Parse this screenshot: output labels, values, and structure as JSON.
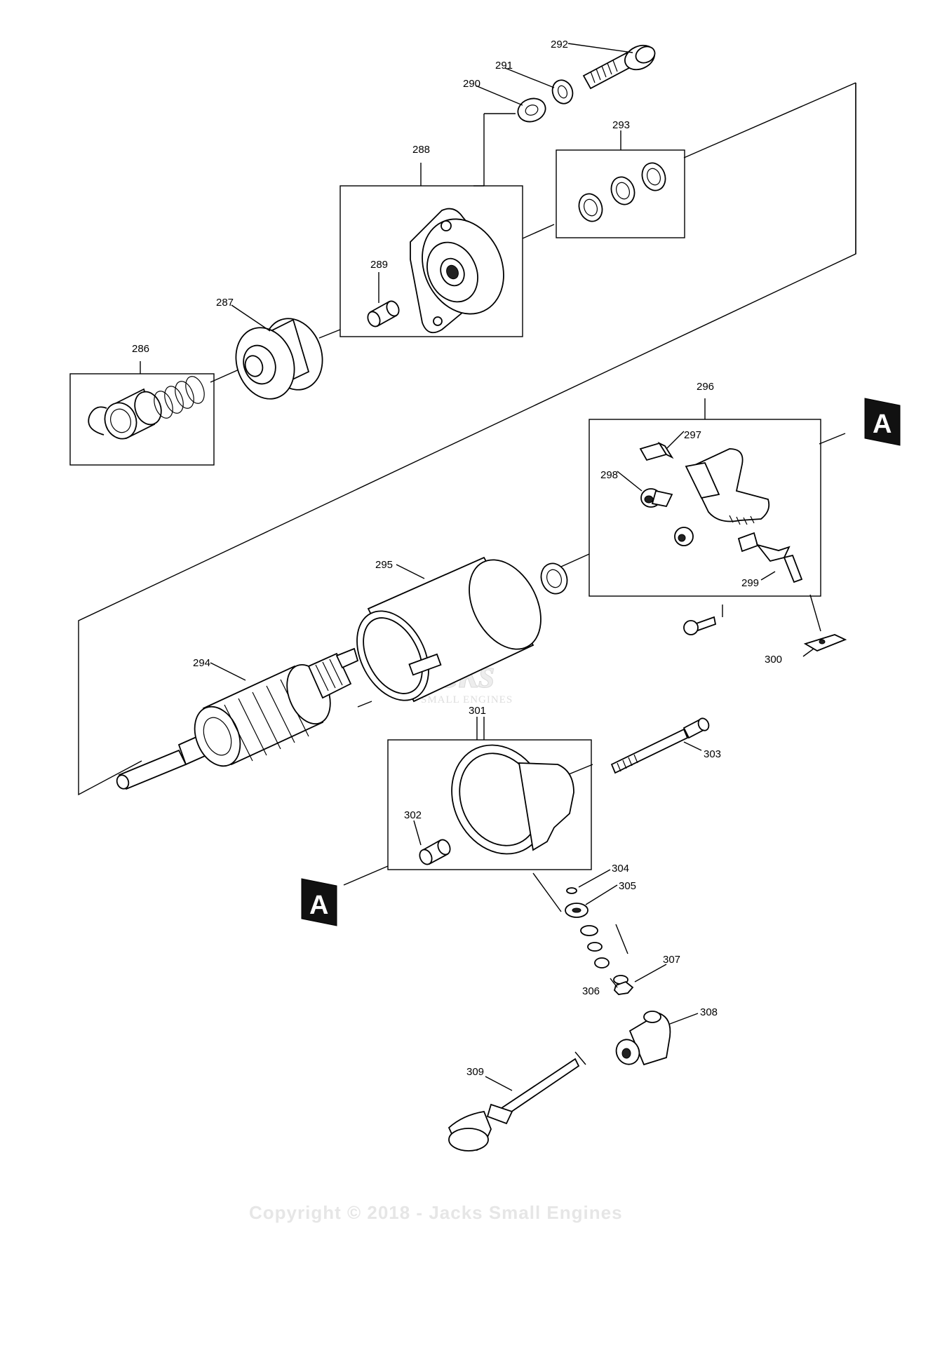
{
  "diagram": {
    "part_labels": {
      "p286": "286",
      "p287": "287",
      "p288": "288",
      "p289": "289",
      "p290": "290",
      "p291": "291",
      "p292": "292",
      "p293": "293",
      "p294": "294",
      "p295": "295",
      "p296": "296",
      "p297": "297",
      "p298": "298",
      "p299": "299",
      "p300": "300",
      "p301": "301",
      "p302": "302",
      "p303": "303",
      "p304": "304",
      "p305": "305",
      "p306": "306",
      "p307": "307",
      "p308": "308",
      "p309": "309"
    },
    "reference_markers": {
      "top_right": "A",
      "bottom_left": "A"
    },
    "watermark": {
      "copyright": "Copyright © 2018 - Jacks Small Engines",
      "logo_text": "Jacks",
      "logo_symbol": "©",
      "logo_subtext": "SMALL ENGINES"
    }
  }
}
